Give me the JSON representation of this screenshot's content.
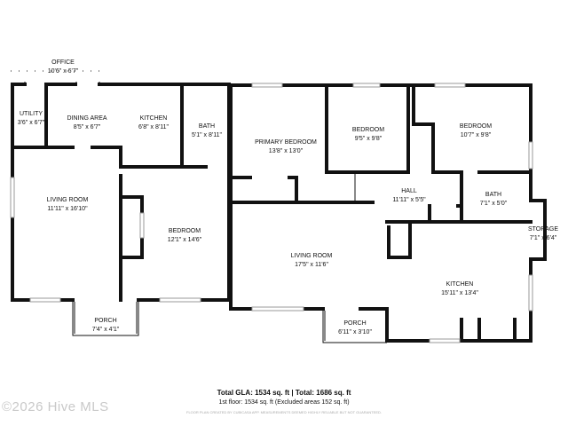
{
  "rooms": [
    {
      "name": "OFFICE",
      "size": "10'6\" x 6'7\""
    },
    {
      "name": "UTILITY",
      "size": "3'6\" x 6'7\""
    },
    {
      "name": "DINING AREA",
      "size": "8'5\" x 6'7\""
    },
    {
      "name": "KITCHEN",
      "size": "6'8\" x 8'11\""
    },
    {
      "name": "BATH",
      "size": "5'1\" x 8'11\""
    },
    {
      "name": "PRIMARY BEDROOM",
      "size": "13'8\" x 13'0\""
    },
    {
      "name": "BEDROOM",
      "size": "9'5\" x 9'8\""
    },
    {
      "name": "BEDROOM",
      "size": "10'7\" x 9'8\""
    },
    {
      "name": "LIVING ROOM",
      "size": "11'11\" x 16'10\""
    },
    {
      "name": "BEDROOM",
      "size": "12'1\" x 14'6\""
    },
    {
      "name": "HALL",
      "size": "11'11\" x 5'5\""
    },
    {
      "name": "BATH",
      "size": "7'1\" x 5'0\""
    },
    {
      "name": "STORAGE",
      "size": "7'1\" x 6'4\""
    },
    {
      "name": "LIVING ROOM",
      "size": "17'5\" x 11'6\""
    },
    {
      "name": "KITCHEN",
      "size": "15'11\" x 13'4\""
    },
    {
      "name": "PORCH",
      "size": "7'4\" x 4'1\""
    },
    {
      "name": "PORCH",
      "size": "6'11\" x 3'10\""
    }
  ],
  "summary": {
    "gla": "Total GLA: 1534 sq. ft | Total: 1686 sq. ft",
    "floor": "1st floor: 1534 sq. ft (Excluded areas 152 sq. ft)",
    "disclaimer": "FLOOR PLAN CREATED BY CUBICASA APP. MEASUREMENTS DEEMED HIGHLY RELIABLE BUT NOT GUARANTEED."
  },
  "watermark": "©2026 Hive MLS",
  "colors": {
    "wall": "#111111",
    "window": "#999999",
    "watermark": "#c9c9c9"
  }
}
